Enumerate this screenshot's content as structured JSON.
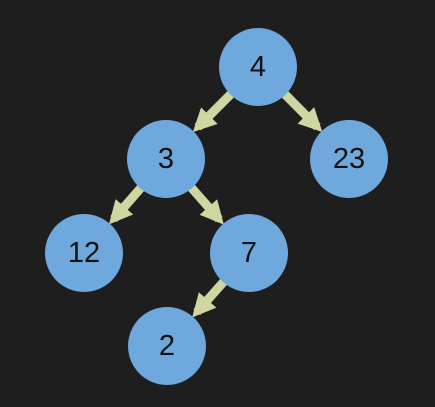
{
  "tree": {
    "colors": {
      "background": "#1e1e1e",
      "node_fill": "#6fa8dc",
      "edge": "#cfd6a1",
      "label": "#111111"
    },
    "nodes": [
      {
        "id": "n4",
        "label": "4"
      },
      {
        "id": "n3",
        "label": "3"
      },
      {
        "id": "n23",
        "label": "23"
      },
      {
        "id": "n12",
        "label": "12"
      },
      {
        "id": "n7",
        "label": "7"
      },
      {
        "id": "n2",
        "label": "2"
      }
    ],
    "edges": [
      {
        "from": "n4",
        "to": "n3"
      },
      {
        "from": "n4",
        "to": "n23"
      },
      {
        "from": "n3",
        "to": "n12"
      },
      {
        "from": "n3",
        "to": "n7"
      },
      {
        "from": "n7",
        "to": "n2"
      }
    ]
  }
}
